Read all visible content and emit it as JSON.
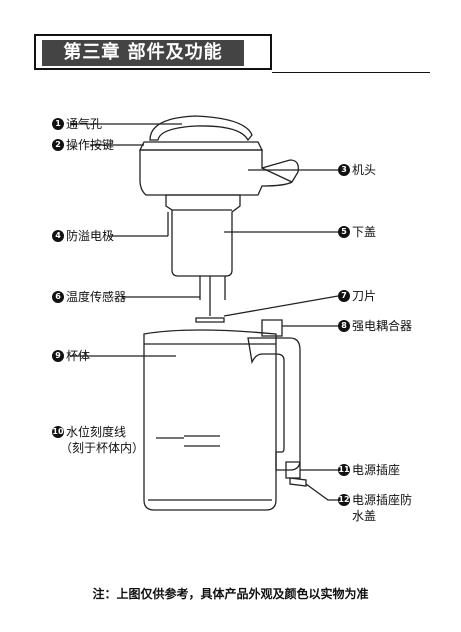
{
  "header": {
    "chapter_title": "第三章 部件及功能"
  },
  "parts": [
    {
      "num": "1",
      "label": "通气孔"
    },
    {
      "num": "2",
      "label": "操作按键"
    },
    {
      "num": "3",
      "label": "机头"
    },
    {
      "num": "4",
      "label": "防溢电极"
    },
    {
      "num": "5",
      "label": "下盖"
    },
    {
      "num": "6",
      "label": "温度传感器"
    },
    {
      "num": "7",
      "label": "刀片"
    },
    {
      "num": "8",
      "label": "强电耦合器"
    },
    {
      "num": "9",
      "label": "杯体"
    },
    {
      "num": "10",
      "label": "水位刻度线",
      "sub": "（刻于杯体内）"
    },
    {
      "num": "11",
      "label": "电源插座"
    },
    {
      "num": "12",
      "label": "电源插座防",
      "sub": "水盖"
    }
  ],
  "footnote": "注：上图仅供参考，具体产品外观及颜色以实物为准"
}
